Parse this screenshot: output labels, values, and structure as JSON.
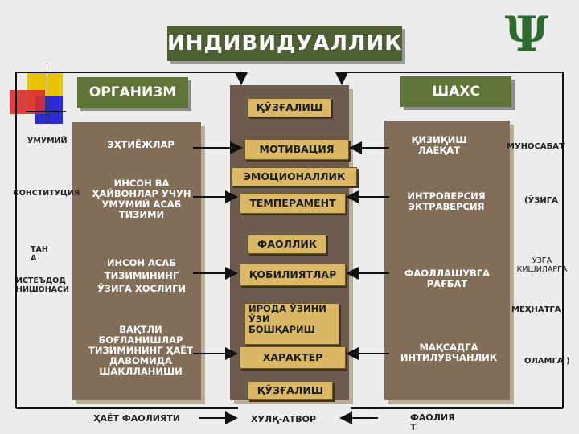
{
  "title": "ИНДИВИДУАЛЛИК",
  "psi_symbol": "Ψ",
  "organism": "ОРГАНИЗМ",
  "shakhs": "ШАХС",
  "left_items": {
    "ekhtiyojlar": "ЭҲТИЁЖЛАР",
    "umumiy_tizim": "ИНСОН ВА ҲАЙВОНЛАР УЧУН УМУМИЙ АСАБ ТИЗИМИ",
    "insonga_xos": "ИНСОН АСАБ ТИЗИМИНИНГ ЎЗИГА ХОСЛИГИ",
    "shakllanish": "ВАҚТЛИ БОҒЛАНИШЛАР ТИЗИМИНИНГ ҲАЁТ ДАВОМИДА ШАКЛЛАНИШИ"
  },
  "center_items": {
    "kuzgalish_top": "ҚЎЗҒАЛИШ",
    "motivatsiya": "МОТИВАЦИЯ",
    "emotsionallik": "ЭМОЦИОНАЛЛИК",
    "temperament": "ТЕМПЕРАМЕНТ",
    "faollik": "ФАОЛЛИК",
    "qobiliyatlar": "ҚОБИЛИЯТЛАР",
    "iroda": "ИРОДА ЎЗИНИ ЎЗИ БОШҚАРИШ",
    "kharakter": "ХАРАКТЕР",
    "kuzgalish_bottom": "ҚЎЗҒАЛИШ"
  },
  "right_items": {
    "qiziqish": "ҚИЗИҚИШ ЛАЁҚАТ",
    "introversiya": "ИНТРОВЕРСИЯ ЭКТРАВЕРСИЯ",
    "faollashuv": "ФАОЛЛАШУВГА РАҒБАТ",
    "maqsad": "МАҚСАДГА ИНТИЛУВЧАНЛИК"
  },
  "left_side": {
    "umumiy": "УМУМИЙ",
    "konstitutsiya": "КОНСТИТУЦИЯ",
    "tana": "ТАН А",
    "isteydod": "ИСТЕЪДОД НИШОНАСИ"
  },
  "right_side": {
    "munosabat": "МУНОСАБАТ",
    "uziga": "(ЎЗИГА",
    "uzga": "ЎЗГА КИШИЛАРГА",
    "mehnatga": "МЕҲНАТГА",
    "olamga": "ОЛАМГА )"
  },
  "bottom": {
    "hayot": "ҲАЁТ ФАОЛИЯТИ",
    "xulq": "ХУЛҚ-АТВОР",
    "faoliyat": "ФАОЛИЯ Т"
  }
}
